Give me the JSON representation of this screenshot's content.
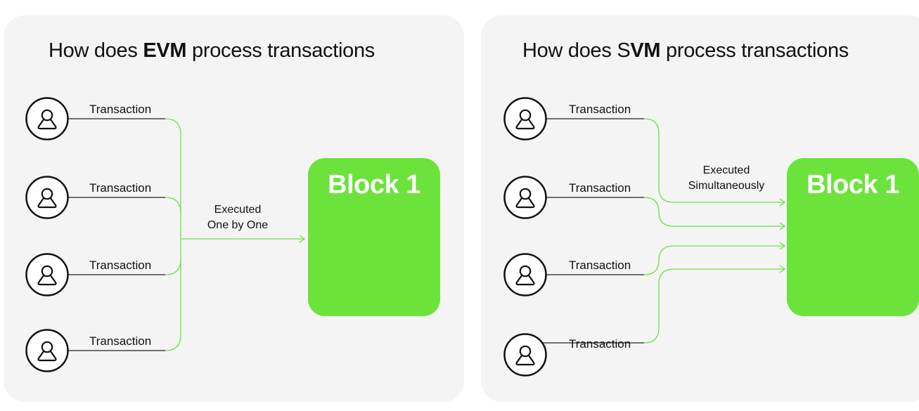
{
  "colors": {
    "panel_bg": "#f4f4f4",
    "accent_green": "#6be33b",
    "line_green": "#6fe04a",
    "text": "#111111"
  },
  "evm": {
    "title_prefix": "How does ",
    "title_bold": "EVM",
    "title_suffix": " process transactions",
    "transactions": [
      "Transaction",
      "Transaction",
      "Transaction",
      "Transaction"
    ],
    "executed_line1": "Executed",
    "executed_line2": "One by One",
    "block_label": "Block 1",
    "user_icon": "user-icon"
  },
  "svm": {
    "title_prefix": "How does S",
    "title_bold": "VM",
    "title_suffix": " process transactions",
    "transactions": [
      "Transaction",
      "Transaction",
      "Transaction",
      "Transaction"
    ],
    "executed_line1": "Executed",
    "executed_line2": "Simultaneously",
    "block_label": "Block 1",
    "user_icon": "user-icon"
  }
}
